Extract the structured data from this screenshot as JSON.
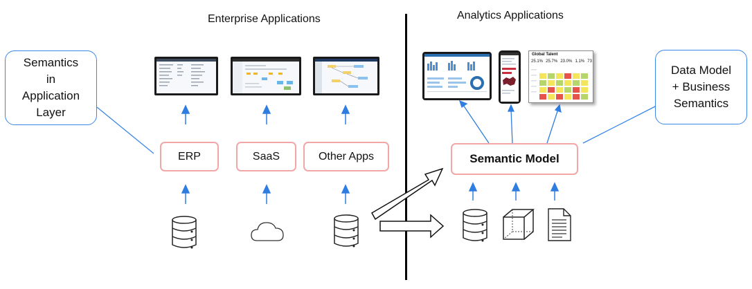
{
  "sections": {
    "enterprise_title": "Enterprise Applications",
    "analytics_title": "Analytics Applications"
  },
  "callouts": {
    "left": "Semantics\nin\nApplication\nLayer",
    "right": "Data Model\n+ Business\nSemantics"
  },
  "apps": {
    "erp": "ERP",
    "saas": "SaaS",
    "other": "Other Apps",
    "semantic_model": "Semantic Model"
  },
  "dashboard_tablet": {
    "stats": [
      "25.1%",
      "25.7%",
      "23.0%",
      "1.1%",
      "73"
    ],
    "title": "Global Talent"
  },
  "icons": {
    "erp_source": "database-icon",
    "saas_source": "cloud-icon",
    "other_source": "database-icon",
    "analytics_db": "database-icon",
    "analytics_cube": "cube-icon",
    "analytics_doc": "document-icon"
  },
  "colors": {
    "callout_border": "#3a86e8",
    "arrow_blue": "#2f7de1",
    "box_border": "#f2a6a6",
    "divider": "#000000"
  }
}
